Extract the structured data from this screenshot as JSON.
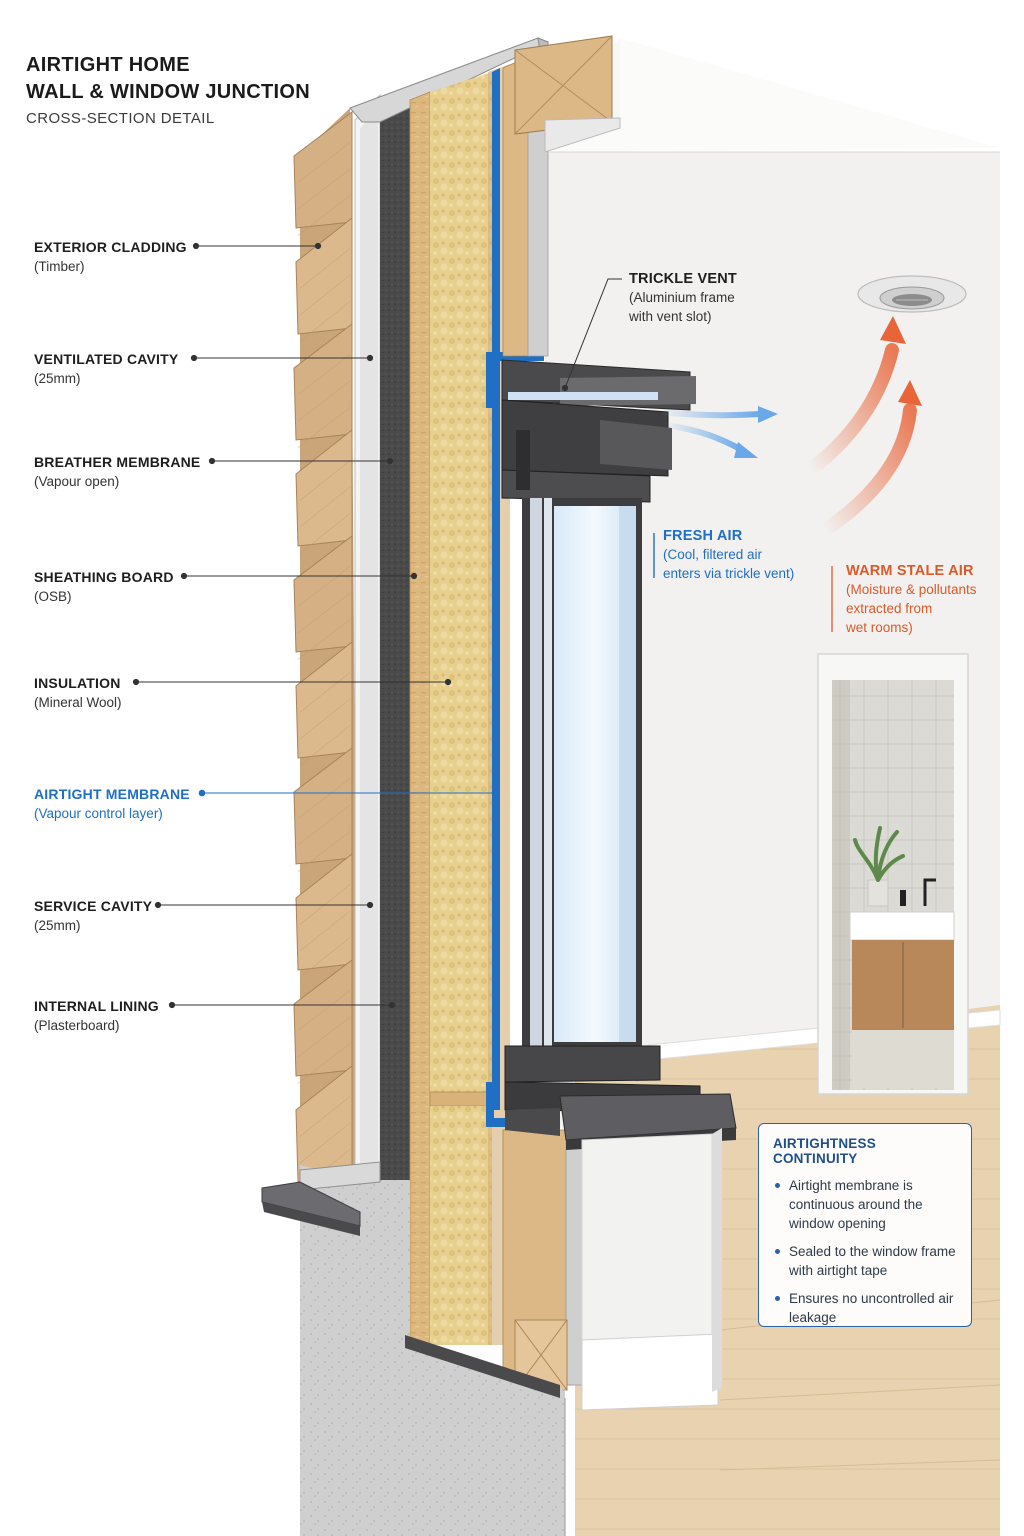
{
  "title_line1": "AIRTIGHT HOME",
  "title_line2": "WALL & WINDOW JUNCTION",
  "subtitle": "CROSS-SECTION DETAIL",
  "layers": [
    {
      "name": "EXTERIOR CLADDING",
      "sub": "(Timber)"
    },
    {
      "name": "VENTILATED CAVITY",
      "sub": "(25mm)"
    },
    {
      "name": "BREATHER MEMBRANE",
      "sub": "(Vapour open)"
    },
    {
      "name": "SHEATHING BOARD",
      "sub": "(OSB)"
    },
    {
      "name": "INSULATION",
      "sub": "(Mineral Wool)"
    },
    {
      "name": "AIRTIGHT MEMBRANE",
      "sub": "(Vapour control layer)"
    },
    {
      "name": "SERVICE CAVITY",
      "sub": "(25mm)"
    },
    {
      "name": "INTERNAL LINING",
      "sub": "(Plasterboard)"
    }
  ],
  "trickle_vent": {
    "name": "TRICKLE VENT",
    "line1": "(Aluminium frame",
    "line2": "with vent slot)"
  },
  "fresh_air": {
    "name": "FRESH AIR",
    "line1": "(Cool, filtered air",
    "line2": "enters via trickle vent)"
  },
  "warm_air": {
    "name": "WARM STALE AIR",
    "line1": "(Moisture & pollutants",
    "line2": "extracted from",
    "line3": "wet rooms)"
  },
  "continuity": {
    "heading": "AIRTIGHTNESS CONTINUITY",
    "points": [
      "Airtight membrane is continuous around the window opening",
      "Sealed to the window frame with airtight tape",
      "Ensures no uncontrolled air leakage"
    ]
  },
  "colors": {
    "airtight_membrane": "#1f6fc4",
    "fresh_air": "#6aa8e8",
    "warm_air": "#e8653a",
    "insulation": "#e6cd8a",
    "timber": "#d9b48a",
    "outline": "#2a62a6"
  }
}
